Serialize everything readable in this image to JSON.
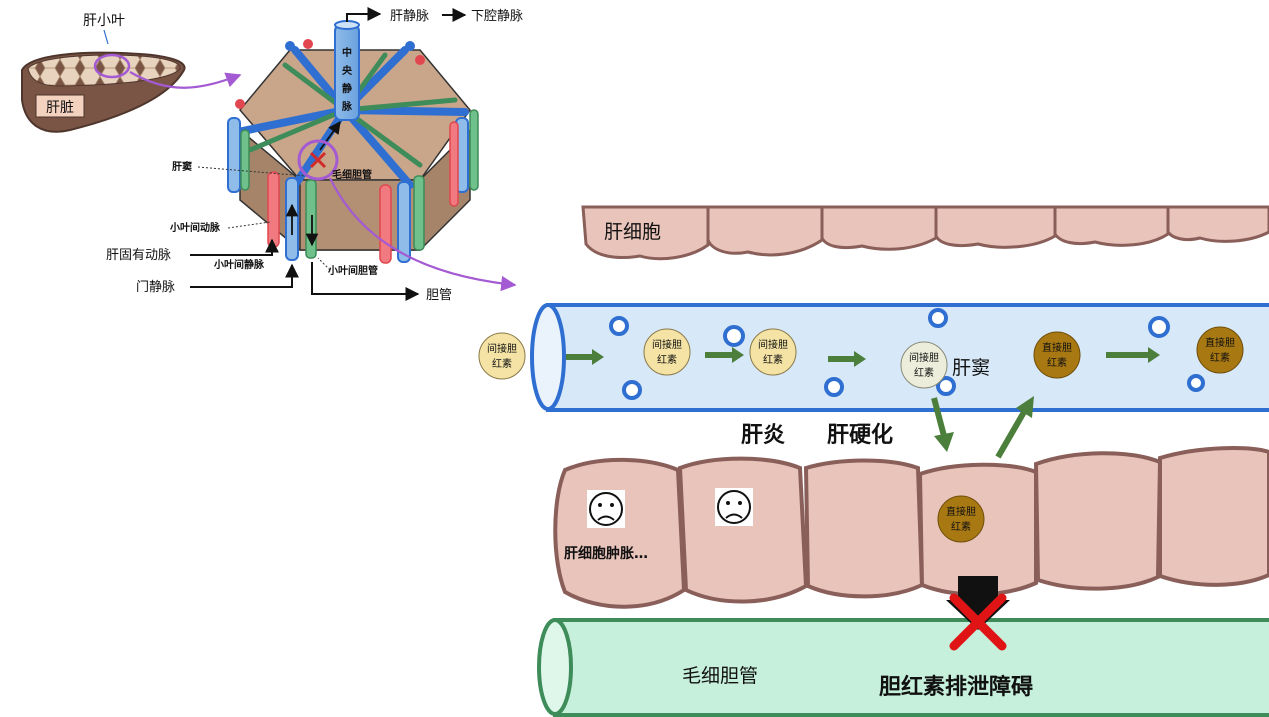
{
  "liver_inset": {
    "lobule_label": "肝小叶",
    "liver_label": "肝脏"
  },
  "lobule": {
    "central_vein_label": "中央静脉",
    "hepatic_vein_label": "肝静脉",
    "ivc_label": "下腔静脉",
    "sinusoid_label": "肝窦",
    "bile_canaliculus_label": "毛细胆管",
    "interlobular_artery_label": "小叶间动脉",
    "hepatic_artery_proper_label": "肝固有动脉",
    "interlobular_vein_label": "小叶间静脉",
    "portal_vein_label": "门静脉",
    "interlobular_bile_duct_label": "小叶间胆管",
    "bile_duct_label": "胆管"
  },
  "zoom": {
    "hepatocyte_label": "肝细胞",
    "sinusoid_label": "肝窦",
    "indirect_bilirubin": [
      "间接胆",
      "红素"
    ],
    "direct_bilirubin": [
      "直接胆",
      "红素"
    ],
    "hepatitis_label": "肝炎",
    "cirrhosis_label": "肝硬化",
    "swelling_label": "肝细胞肿胀…",
    "canaliculus_label": "毛细胆管",
    "excretion_block_label": "胆红素排泄障碍"
  },
  "colors": {
    "liver_brown": "#7a5546",
    "lobule_tan": "#c9a58a",
    "cell_pink": "#e9c4bb",
    "cell_border": "#8a5f59",
    "sinusoid_blue": "#d7e8f8",
    "vessel_blue": "#2f6fd1",
    "artery_red": "#e0474f",
    "duct_green": "#3d8c59",
    "canaliculus_green": "#c6efdc",
    "indirect_yellow": "#f4e3a5",
    "direct_brown": "#a87812",
    "flow_arrow": "#4c7f3c",
    "block_red": "#e01414",
    "callout_purple": "#a35ad2"
  }
}
